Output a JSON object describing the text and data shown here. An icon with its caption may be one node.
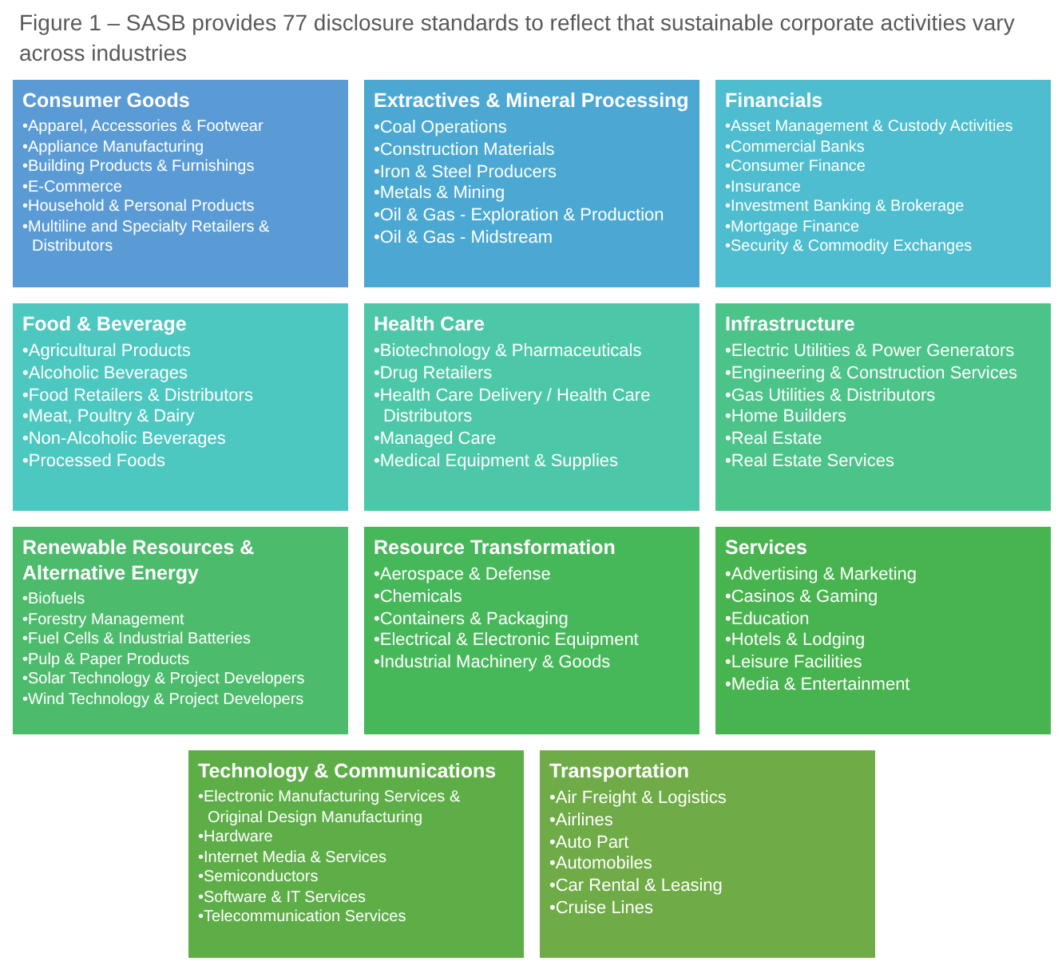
{
  "diagram": {
    "title": "Figure 1 – SASB provides 77 disclosure standards to reflect that sustainable corporate activities vary across industries",
    "nodes": [
      {
        "text": [
          "Consumer Goods",
          "•Apparel, Accessories & Footwear",
          "•Appliance Manufacturing",
          "•Building Products & Furnishings",
          "•E-Commerce",
          "•Household & Personal Products",
          "•Multiline and Specialty Retailers & Distributors"
        ]
      },
      {
        "text": [
          "Extractives & Mineral Processing",
          "•Coal Operations",
          "•Construction Materials",
          "•Iron & Steel Producers",
          "•Metals & Mining",
          "•Oil & Gas - Exploration & Production",
          "•Oil & Gas - Midstream"
        ]
      },
      {
        "text": [
          "Financials",
          "•Asset Management & Custody Activities",
          "•Commercial Banks",
          "•Consumer Finance",
          "•Insurance",
          "•Investment Banking & Brokerage",
          "•Mortgage Finance",
          "•Security & Commodity Exchanges"
        ]
      },
      {
        "text": [
          "Food & Beverage",
          "•Agricultural Products",
          "•Alcoholic Beverages",
          "•Food Retailers & Distributors",
          "•Meat, Poultry & Dairy",
          "•Non-Alcoholic Beverages",
          "•Processed Foods"
        ]
      },
      {
        "text": [
          "Health Care",
          "•Biotechnology & Pharmaceuticals",
          "•Drug Retailers",
          "•Health Care Delivery / Health Care Distributors",
          "•Managed Care",
          "•Medical Equipment & Supplies"
        ]
      },
      {
        "text": [
          "Infrastructure",
          "•Electric Utilities & Power Generators",
          "•Engineering & Construction Services",
          "•Gas Utilities & Distributors",
          "•Home Builders",
          "•Real Estate",
          "•Real Estate Services"
        ]
      },
      {
        "text": [
          "Renewable Resources & Alternative Energy",
          "•Biofuels",
          "•Forestry Management",
          "•Fuel Cells & Industrial Batteries",
          "•Pulp & Paper Products",
          "•Solar Technology & Project Developers",
          "•Wind Technology & Project Developers"
        ]
      },
      {
        "text": [
          "Resource Transformation",
          "•Aerospace & Defense",
          "•Chemicals",
          "•Containers & Packaging",
          "•Electrical & Electronic Equipment",
          "•Industrial Machinery & Goods"
        ]
      },
      {
        "text": [
          "Services",
          "•Advertising & Marketing",
          "•Casinos & Gaming",
          "•Education",
          "•Hotels & Lodging",
          "•Leisure Facilities",
          "•Media & Entertainment"
        ]
      },
      {
        "text": [
          "Technology & Communications",
          "•Electronic Manufacturing Services & Original Design Manufacturing",
          "•Hardware",
          "•Internet Media & Services",
          "•Semiconductors",
          "•Software & IT Services",
          "•Telecommunication Services"
        ]
      },
      {
        "text": [
          "Transportation",
          "•Air Freight & Logistics",
          "•Airlines",
          "•Auto Part",
          "•Automobiles",
          "•Car Rental & Leasing",
          "•Cruise Lines"
        ]
      }
    ]
  }
}
